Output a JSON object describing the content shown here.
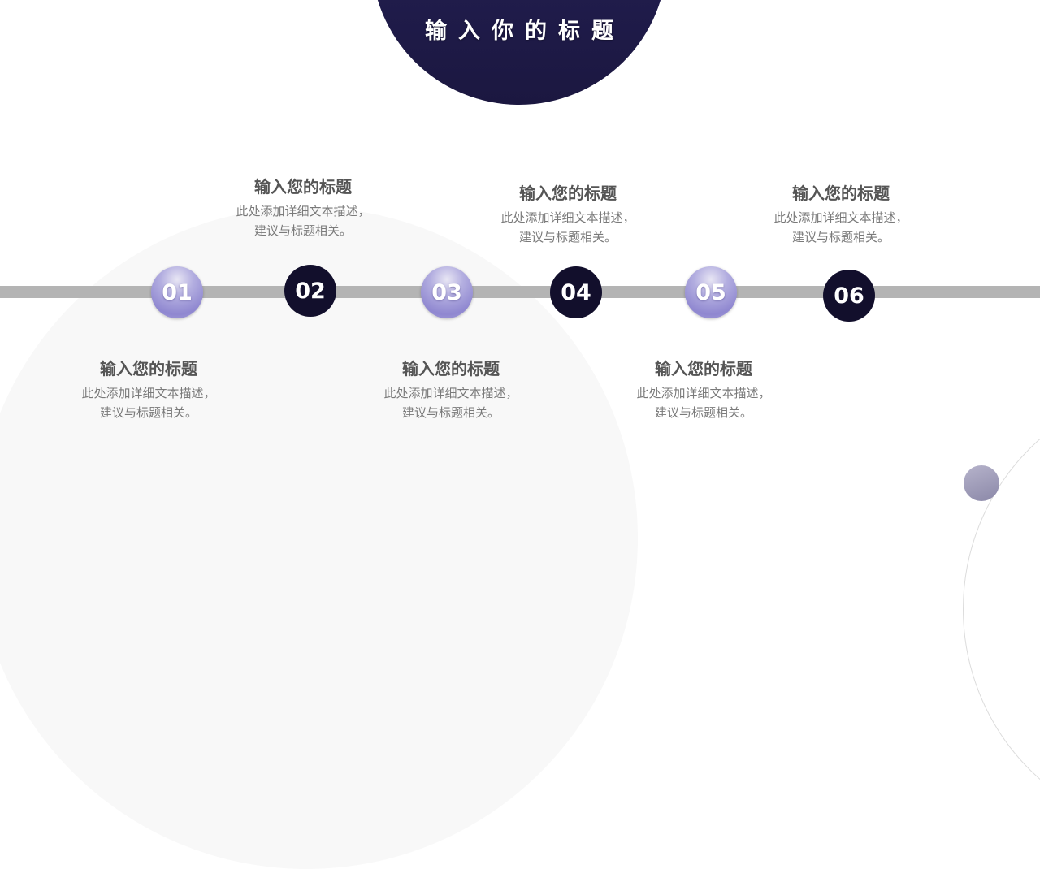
{
  "slide": {
    "title": "输入你的标题",
    "colors": {
      "title_circle": "#1f1b4b",
      "track": "#b4b4b4",
      "node_light": "#9a93d6",
      "node_dark": "#120f2c",
      "item_title": "#555555",
      "item_desc": "#7a7a7a"
    }
  },
  "timeline": {
    "nodes": [
      {
        "number": "01",
        "style": "light"
      },
      {
        "number": "02",
        "style": "dark"
      },
      {
        "number": "03",
        "style": "light"
      },
      {
        "number": "04",
        "style": "dark"
      },
      {
        "number": "05",
        "style": "light"
      },
      {
        "number": "06",
        "style": "dark"
      }
    ],
    "items": [
      {
        "title": "输入您的标题",
        "desc_line1": "此处添加详细文本描述，",
        "desc_line2": "建议与标题相关。"
      },
      {
        "title": "输入您的标题",
        "desc_line1": "此处添加详细文本描述，",
        "desc_line2": "建议与标题相关。"
      },
      {
        "title": "输入您的标题",
        "desc_line1": "此处添加详细文本描述，",
        "desc_line2": "建议与标题相关。"
      },
      {
        "title": "输入您的标题",
        "desc_line1": "此处添加详细文本描述，",
        "desc_line2": "建议与标题相关。"
      },
      {
        "title": "输入您的标题",
        "desc_line1": "此处添加详细文本描述，",
        "desc_line2": "建议与标题相关。"
      },
      {
        "title": "输入您的标题",
        "desc_line1": "此处添加详细文本描述，",
        "desc_line2": "建议与标题相关。"
      }
    ]
  }
}
